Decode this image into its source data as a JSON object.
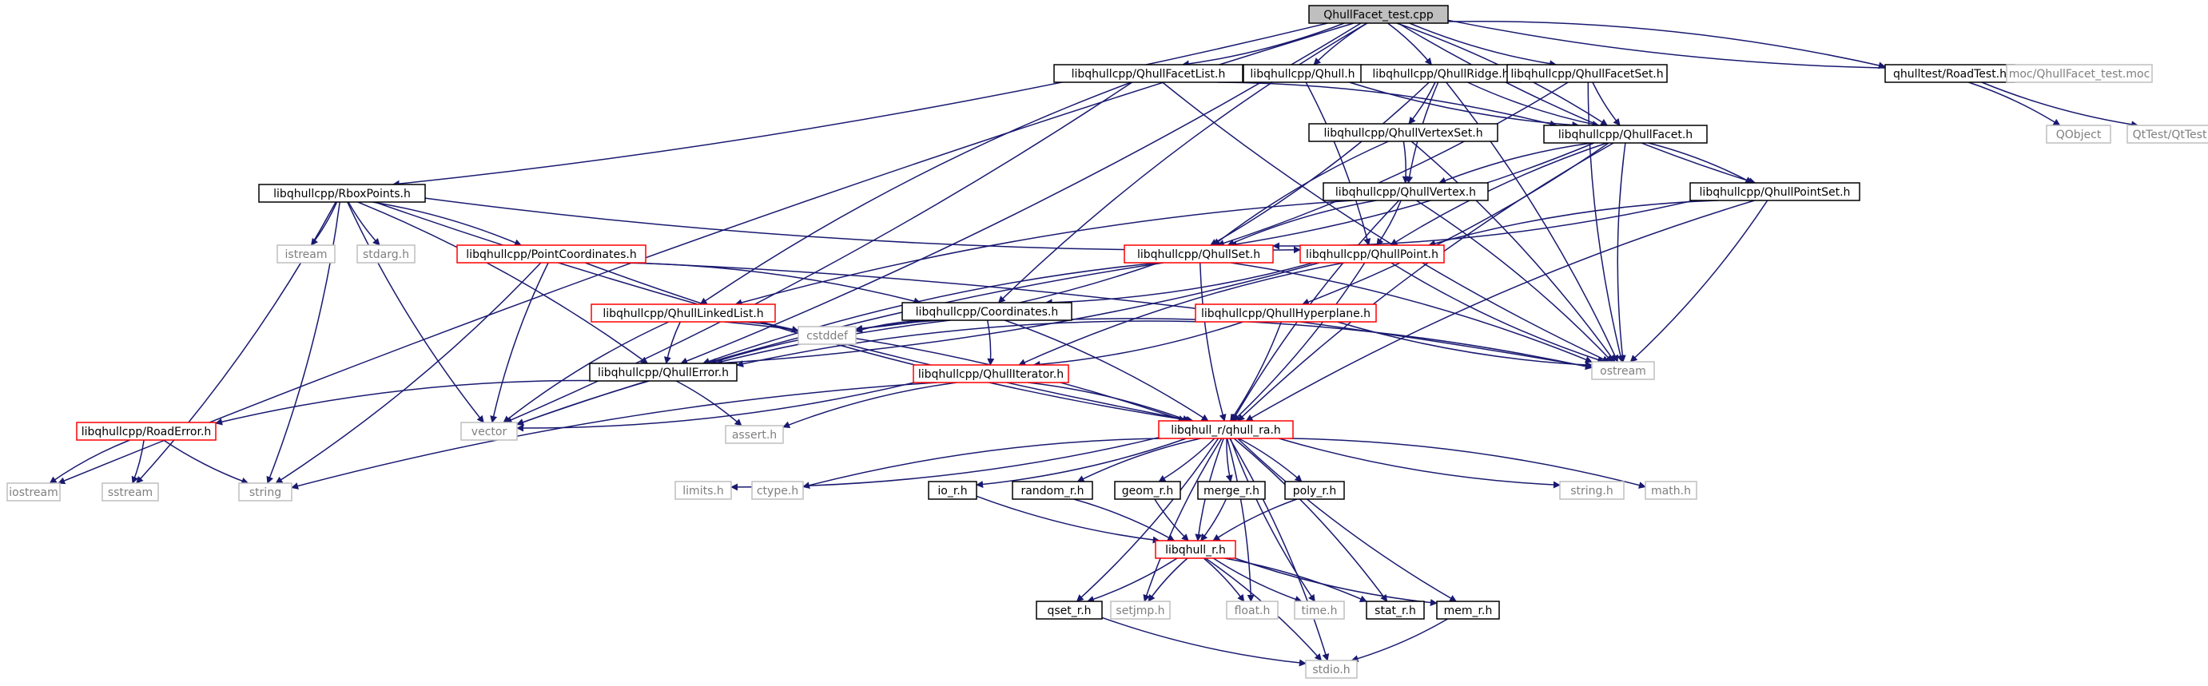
{
  "title": "QhullFacet_test.cpp",
  "colors": {
    "edge": "#191970",
    "box_default_stroke": "#000000",
    "box_red_stroke": "#ff0000",
    "box_gray_stroke": "#bfbfbf",
    "text_default": "#000000",
    "text_gray": "#7f7f7f",
    "root_fill": "#bfbfbf"
  },
  "nodes": [
    {
      "id": "root",
      "label": "QhullFacet_test.cpp",
      "style": "root"
    },
    {
      "id": "facetlist",
      "label": "libqhullcpp/QhullFacetList.h",
      "style": "black"
    },
    {
      "id": "qhull",
      "label": "libqhullcpp/Qhull.h",
      "style": "black"
    },
    {
      "id": "ridge",
      "label": "libqhullcpp/QhullRidge.h",
      "style": "black"
    },
    {
      "id": "facetset",
      "label": "libqhullcpp/QhullFacetSet.h",
      "style": "black"
    },
    {
      "id": "roadtest",
      "label": "qhulltest/RoadTest.h",
      "style": "black"
    },
    {
      "id": "moc",
      "label": "moc/QhullFacet_test.moc",
      "style": "gray"
    },
    {
      "id": "vertexset",
      "label": "libqhullcpp/QhullVertexSet.h",
      "style": "black"
    },
    {
      "id": "facet",
      "label": "libqhullcpp/QhullFacet.h",
      "style": "black"
    },
    {
      "id": "qobject",
      "label": "QObject",
      "style": "gray"
    },
    {
      "id": "qttest",
      "label": "QtTest/QtTest",
      "style": "gray"
    },
    {
      "id": "rbox",
      "label": "libqhullcpp/RboxPoints.h",
      "style": "black"
    },
    {
      "id": "vertex",
      "label": "libqhullcpp/QhullVertex.h",
      "style": "black"
    },
    {
      "id": "pointset",
      "label": "libqhullcpp/QhullPointSet.h",
      "style": "black"
    },
    {
      "id": "istream",
      "label": "istream",
      "style": "gray"
    },
    {
      "id": "stdarg",
      "label": "stdarg.h",
      "style": "gray"
    },
    {
      "id": "pointcoords",
      "label": "libqhullcpp/PointCoordinates.h",
      "style": "red"
    },
    {
      "id": "qhullset",
      "label": "libqhullcpp/QhullSet.h",
      "style": "red"
    },
    {
      "id": "qhullpoint",
      "label": "libqhullcpp/QhullPoint.h",
      "style": "red"
    },
    {
      "id": "linkedlist",
      "label": "libqhullcpp/QhullLinkedList.h",
      "style": "red"
    },
    {
      "id": "coordinates",
      "label": "libqhullcpp/Coordinates.h",
      "style": "black"
    },
    {
      "id": "hyperplane",
      "label": "libqhullcpp/QhullHyperplane.h",
      "style": "red"
    },
    {
      "id": "cstddef",
      "label": "cstddef",
      "style": "gray"
    },
    {
      "id": "ostream",
      "label": "ostream",
      "style": "gray"
    },
    {
      "id": "qhullerror",
      "label": "libqhullcpp/QhullError.h",
      "style": "black"
    },
    {
      "id": "qhulliterator",
      "label": "libqhullcpp/QhullIterator.h",
      "style": "red"
    },
    {
      "id": "roaderror",
      "label": "libqhullcpp/RoadError.h",
      "style": "red"
    },
    {
      "id": "vector",
      "label": "vector",
      "style": "gray"
    },
    {
      "id": "assert",
      "label": "assert.h",
      "style": "gray"
    },
    {
      "id": "qhull_ra",
      "label": "libqhull_r/qhull_ra.h",
      "style": "red"
    },
    {
      "id": "iostream",
      "label": "iostream",
      "style": "gray"
    },
    {
      "id": "sstream",
      "label": "sstream",
      "style": "gray"
    },
    {
      "id": "string",
      "label": "string",
      "style": "gray"
    },
    {
      "id": "limits",
      "label": "limits.h",
      "style": "gray"
    },
    {
      "id": "ctype",
      "label": "ctype.h",
      "style": "gray"
    },
    {
      "id": "io_r",
      "label": "io_r.h",
      "style": "black"
    },
    {
      "id": "random_r",
      "label": "random_r.h",
      "style": "black"
    },
    {
      "id": "geom_r",
      "label": "geom_r.h",
      "style": "black"
    },
    {
      "id": "merge_r",
      "label": "merge_r.h",
      "style": "black"
    },
    {
      "id": "poly_r",
      "label": "poly_r.h",
      "style": "black"
    },
    {
      "id": "stringh",
      "label": "string.h",
      "style": "gray"
    },
    {
      "id": "math",
      "label": "math.h",
      "style": "gray"
    },
    {
      "id": "libqhull_r",
      "label": "libqhull_r.h",
      "style": "red"
    },
    {
      "id": "qset_r",
      "label": "qset_r.h",
      "style": "black"
    },
    {
      "id": "setjmp",
      "label": "setjmp.h",
      "style": "gray"
    },
    {
      "id": "floath",
      "label": "float.h",
      "style": "gray"
    },
    {
      "id": "timeh",
      "label": "time.h",
      "style": "gray"
    },
    {
      "id": "stat_r",
      "label": "stat_r.h",
      "style": "black"
    },
    {
      "id": "mem_r",
      "label": "mem_r.h",
      "style": "black"
    },
    {
      "id": "stdio",
      "label": "stdio.h",
      "style": "gray"
    }
  ],
  "edges": [
    [
      "root",
      "facetlist"
    ],
    [
      "root",
      "qhull"
    ],
    [
      "root",
      "ridge"
    ],
    [
      "root",
      "facetset"
    ],
    [
      "root",
      "roadtest"
    ],
    [
      "root",
      "moc"
    ],
    [
      "root",
      "rbox"
    ],
    [
      "root",
      "iostream"
    ],
    [
      "root",
      "qhullerror"
    ],
    [
      "root",
      "coordinates"
    ],
    [
      "root",
      "facet"
    ],
    [
      "root",
      "pointset"
    ],
    [
      "facetlist",
      "facet"
    ],
    [
      "facetlist",
      "linkedlist"
    ],
    [
      "facetlist",
      "vector"
    ],
    [
      "facetlist",
      "ostream"
    ],
    [
      "qhull",
      "qhullpoint"
    ],
    [
      "qhull",
      "facet"
    ],
    [
      "ridge",
      "vertexset"
    ],
    [
      "ridge",
      "facet"
    ],
    [
      "ridge",
      "qhullset"
    ],
    [
      "ridge",
      "vertex"
    ],
    [
      "ridge",
      "ostream"
    ],
    [
      "facetset",
      "facet"
    ],
    [
      "facetset",
      "qhullset"
    ],
    [
      "facetset",
      "ostream"
    ],
    [
      "roadtest",
      "qobject"
    ],
    [
      "roadtest",
      "qttest"
    ],
    [
      "vertexset",
      "vertex"
    ],
    [
      "vertexset",
      "qhullset"
    ],
    [
      "vertexset",
      "ostream"
    ],
    [
      "facet",
      "vertex"
    ],
    [
      "facet",
      "pointset"
    ],
    [
      "facet",
      "qhullpoint"
    ],
    [
      "facet",
      "hyperplane"
    ],
    [
      "facet",
      "ostream"
    ],
    [
      "facet",
      "qhullset"
    ],
    [
      "facet",
      "qhull_ra"
    ],
    [
      "rbox",
      "istream"
    ],
    [
      "rbox",
      "stdarg"
    ],
    [
      "rbox",
      "pointcoords"
    ],
    [
      "rbox",
      "qhullpoint"
    ],
    [
      "rbox",
      "string"
    ],
    [
      "rbox",
      "vector"
    ],
    [
      "rbox",
      "sstream"
    ],
    [
      "rbox",
      "qhull_ra"
    ],
    [
      "rbox",
      "qhullerror"
    ],
    [
      "vertex",
      "qhullset"
    ],
    [
      "vertex",
      "qhullpoint"
    ],
    [
      "vertex",
      "linkedlist"
    ],
    [
      "vertex",
      "ostream"
    ],
    [
      "vertex",
      "qhull_ra"
    ],
    [
      "pointset",
      "qhullset"
    ],
    [
      "pointset",
      "qhullpoint"
    ],
    [
      "pointset",
      "ostream"
    ],
    [
      "pointset",
      "qhull_ra"
    ],
    [
      "pointcoords",
      "coordinates"
    ],
    [
      "pointcoords",
      "vector"
    ],
    [
      "pointcoords",
      "string"
    ],
    [
      "pointcoords",
      "qhull_ra"
    ],
    [
      "pointcoords",
      "ostream"
    ],
    [
      "qhullset",
      "qhullerror"
    ],
    [
      "qhullset",
      "cstddef"
    ],
    [
      "qhullset",
      "vector"
    ],
    [
      "qhullset",
      "ostream"
    ],
    [
      "qhullset",
      "qhull_ra"
    ],
    [
      "qhullpoint",
      "coordinates"
    ],
    [
      "qhullpoint",
      "qhulliterator"
    ],
    [
      "qhullpoint",
      "qhullerror"
    ],
    [
      "qhullpoint",
      "ostream"
    ],
    [
      "qhullpoint",
      "qhull_ra"
    ],
    [
      "linkedlist",
      "qhullerror"
    ],
    [
      "linkedlist",
      "cstddef"
    ],
    [
      "linkedlist",
      "vector"
    ],
    [
      "linkedlist",
      "qhull_ra"
    ],
    [
      "coordinates",
      "qhullerror"
    ],
    [
      "coordinates",
      "qhulliterator"
    ],
    [
      "coordinates",
      "cstddef"
    ],
    [
      "coordinates",
      "ostream"
    ],
    [
      "coordinates",
      "vector"
    ],
    [
      "coordinates",
      "qhull_ra"
    ],
    [
      "hyperplane",
      "qhullerror"
    ],
    [
      "hyperplane",
      "qhulliterator"
    ],
    [
      "hyperplane",
      "ostream"
    ],
    [
      "hyperplane",
      "qhull_ra"
    ],
    [
      "qhullerror",
      "roaderror"
    ],
    [
      "qhullerror",
      "assert"
    ],
    [
      "qhulliterator",
      "assert"
    ],
    [
      "qhulliterator",
      "vector"
    ],
    [
      "qhulliterator",
      "string"
    ],
    [
      "qhulliterator",
      "qhull_ra"
    ],
    [
      "roaderror",
      "iostream"
    ],
    [
      "roaderror",
      "sstream"
    ],
    [
      "roaderror",
      "string"
    ],
    [
      "qhull_ra",
      "limits"
    ],
    [
      "qhull_ra",
      "ctype"
    ],
    [
      "qhull_ra",
      "io_r"
    ],
    [
      "qhull_ra",
      "random_r"
    ],
    [
      "qhull_ra",
      "geom_r"
    ],
    [
      "qhull_ra",
      "merge_r"
    ],
    [
      "qhull_ra",
      "poly_r"
    ],
    [
      "qhull_ra",
      "stringh"
    ],
    [
      "qhull_ra",
      "math"
    ],
    [
      "qhull_ra",
      "libqhull_r"
    ],
    [
      "qhull_ra",
      "qset_r"
    ],
    [
      "qhull_ra",
      "setjmp"
    ],
    [
      "qhull_ra",
      "floath"
    ],
    [
      "qhull_ra",
      "timeh"
    ],
    [
      "qhull_ra",
      "stat_r"
    ],
    [
      "qhull_ra",
      "mem_r"
    ],
    [
      "qhull_ra",
      "stdio"
    ],
    [
      "io_r",
      "libqhull_r"
    ],
    [
      "random_r",
      "libqhull_r"
    ],
    [
      "geom_r",
      "libqhull_r"
    ],
    [
      "merge_r",
      "libqhull_r"
    ],
    [
      "poly_r",
      "libqhull_r"
    ],
    [
      "libqhull_r",
      "qset_r"
    ],
    [
      "libqhull_r",
      "setjmp"
    ],
    [
      "libqhull_r",
      "floath"
    ],
    [
      "libqhull_r",
      "timeh"
    ],
    [
      "libqhull_r",
      "stat_r"
    ],
    [
      "libqhull_r",
      "mem_r"
    ],
    [
      "libqhull_r",
      "stdio"
    ],
    [
      "qset_r",
      "stdio"
    ],
    [
      "mem_r",
      "stdio"
    ]
  ]
}
